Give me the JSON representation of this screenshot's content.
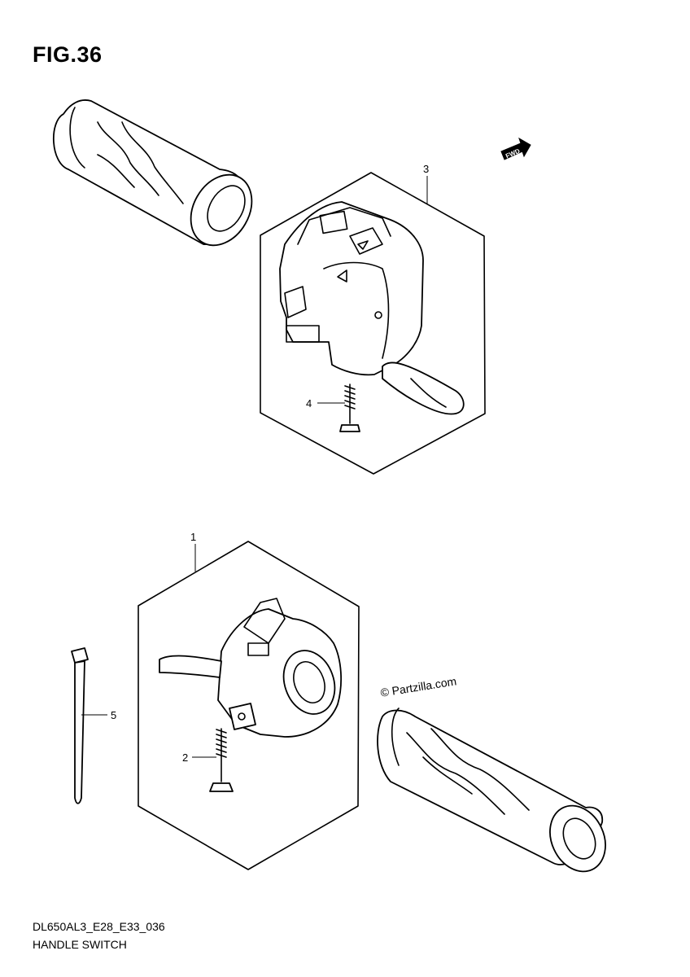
{
  "figure": {
    "title": "FIG.36",
    "code": "DL650AL3_E28_E33_036",
    "name": "HANDLE SWITCH"
  },
  "watermark": "© Partzilla.com",
  "direction_marker": {
    "label": "FWD",
    "icon": "forward-arrow-icon"
  },
  "callouts": {
    "c1": "1",
    "c2": "2",
    "c3": "3",
    "c4": "4",
    "c5": "5"
  }
}
